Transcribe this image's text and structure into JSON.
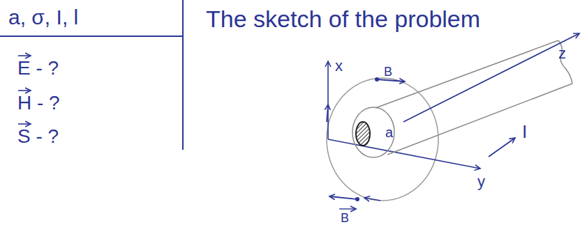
{
  "diagram": {
    "labels": [
      "a, σ, I, l",
      "E - ?",
      "H - ?",
      "S - ?",
      "The sketch of the problem",
      "x",
      "y",
      "z",
      "B",
      "B",
      "a",
      "I"
    ]
  }
}
